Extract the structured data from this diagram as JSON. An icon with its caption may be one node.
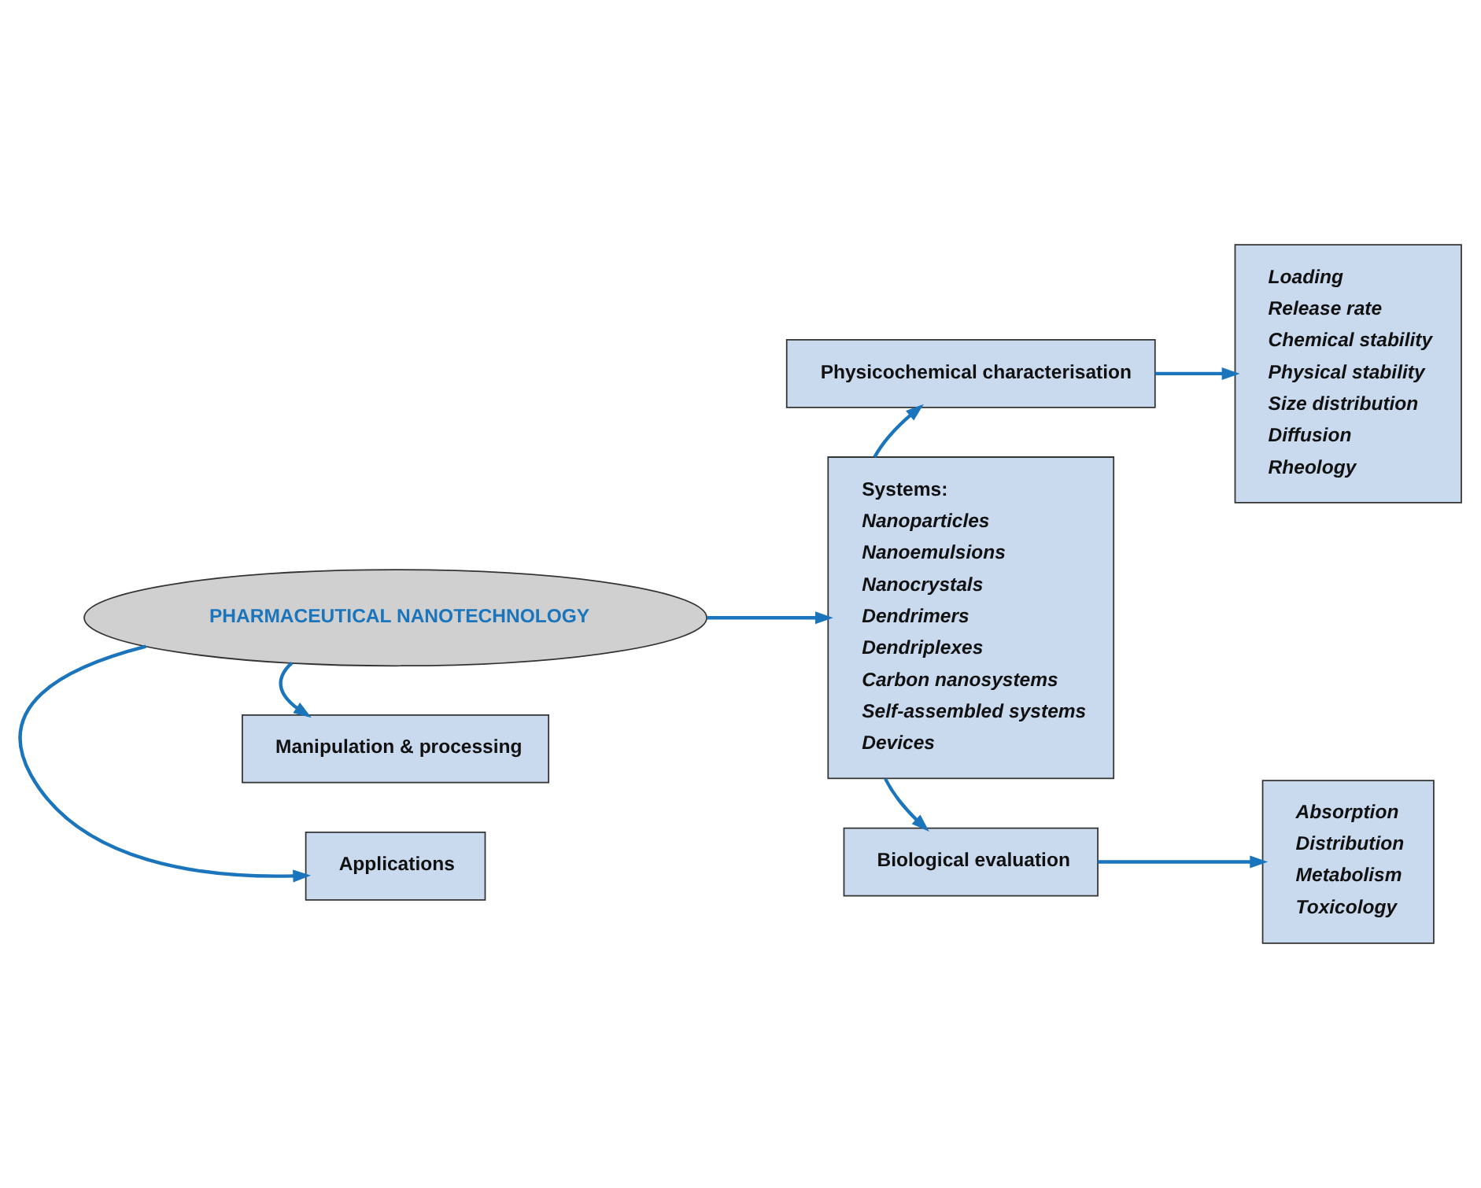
{
  "diagram": {
    "nodes": [
      {
        "text": [
          "Applications"
        ]
      },
      {
        "text": [
          "Physicochemical characterisation"
        ]
      },
      {
        "text": [
          "Loading",
          "Release rate",
          "Chemical stability",
          "Physical stability",
          "Size distribution",
          "Diffusion",
          "Rheology"
        ]
      },
      {
        "text": [
          "PHARMACEUTICAL NANOTECHNOLOGY"
        ]
      },
      {
        "text": [
          "Systems:",
          "Nanoparticles",
          "Nanoemulsions",
          "Nanocrystals",
          "Dendrimers",
          "Dendriplexes",
          "Carbon nanosystems",
          "Self-assembled systems",
          "Devices"
        ]
      },
      {
        "text": [
          "Manipulation & processing"
        ]
      },
      {
        "text": [
          "Biological evaluation"
        ]
      },
      {
        "text": [
          "Absorption",
          "Distribution",
          "Metabolism",
          "Toxicology"
        ]
      }
    ],
    "edges": [
      {
        "from": 3,
        "to": 0,
        "arrow": "to"
      },
      {
        "from": 3,
        "to": 4,
        "arrow": "to"
      },
      {
        "from": 3,
        "to": 5,
        "arrow": "to"
      },
      {
        "from": 4,
        "to": 1,
        "arrow": "to"
      },
      {
        "from": 1,
        "to": 2,
        "arrow": "to"
      },
      {
        "from": 4,
        "to": 6,
        "arrow": "to"
      },
      {
        "from": 6,
        "to": 7,
        "arrow": "to"
      }
    ]
  }
}
